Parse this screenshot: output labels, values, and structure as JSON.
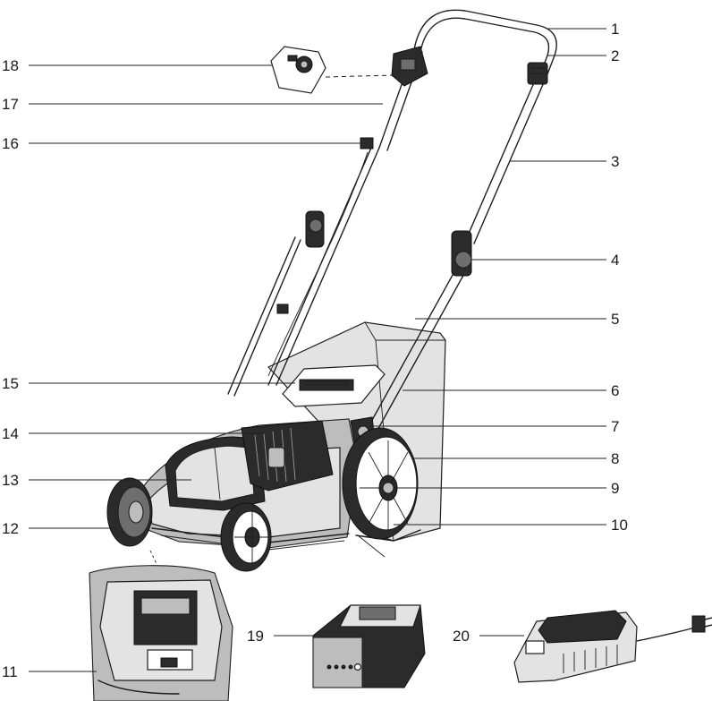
{
  "callouts": [
    {
      "id": "1",
      "label": "1"
    },
    {
      "id": "2",
      "label": "2"
    },
    {
      "id": "3",
      "label": "3"
    },
    {
      "id": "4",
      "label": "4"
    },
    {
      "id": "5",
      "label": "5"
    },
    {
      "id": "6",
      "label": "6"
    },
    {
      "id": "7",
      "label": "7"
    },
    {
      "id": "8",
      "label": "8"
    },
    {
      "id": "9",
      "label": "9"
    },
    {
      "id": "10",
      "label": "10"
    },
    {
      "id": "11",
      "label": "11"
    },
    {
      "id": "12",
      "label": "12"
    },
    {
      "id": "13",
      "label": "13"
    },
    {
      "id": "14",
      "label": "14"
    },
    {
      "id": "15",
      "label": "15"
    },
    {
      "id": "16",
      "label": "16"
    },
    {
      "id": "17",
      "label": "17"
    },
    {
      "id": "18",
      "label": "18"
    },
    {
      "id": "19",
      "label": "19"
    },
    {
      "id": "20",
      "label": "20"
    }
  ],
  "illustrations": [
    {
      "name": "lawn-mower",
      "shown": true
    },
    {
      "name": "battery-compartment-detail",
      "shown": true
    },
    {
      "name": "battery-pack",
      "shown": true
    },
    {
      "name": "charger",
      "shown": true
    },
    {
      "name": "safety-key",
      "shown": true
    }
  ]
}
